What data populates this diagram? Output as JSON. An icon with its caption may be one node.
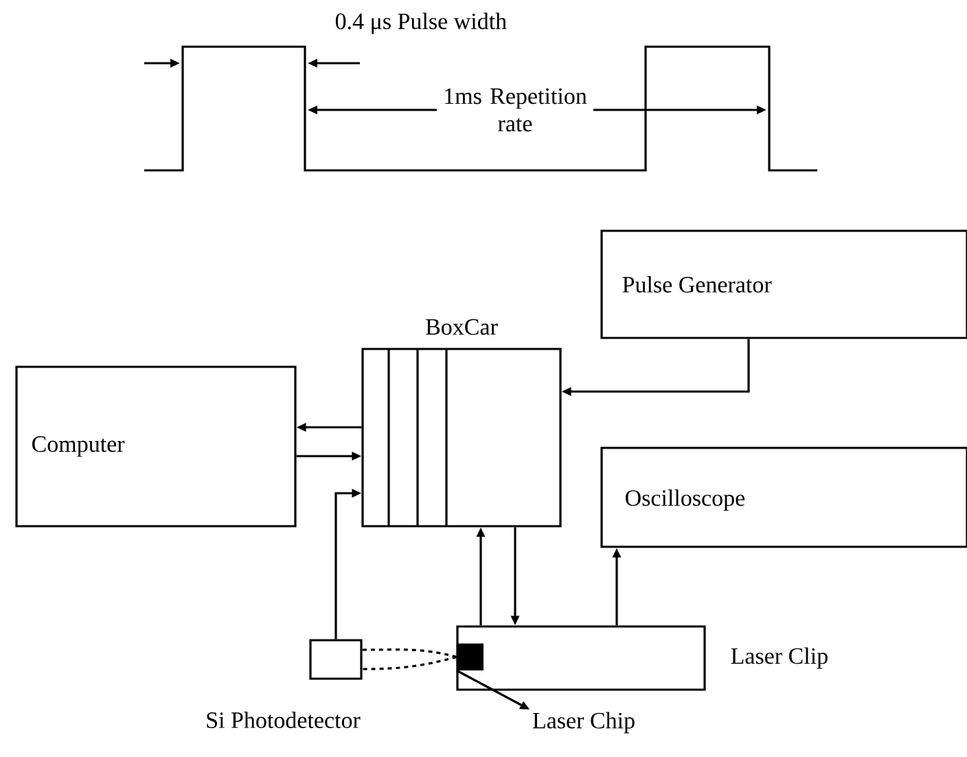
{
  "diagram": {
    "nodes": [
      {
        "text": [
          "Pulse Generator"
        ]
      },
      {
        "text": [
          "BoxCar"
        ]
      },
      {
        "text": [
          "Computer"
        ]
      },
      {
        "text": [
          "Oscilloscope"
        ]
      },
      {
        "text": [
          "Laser Clip"
        ]
      },
      {
        "text": [],
        "shape": "box",
        "in": 4
      },
      {
        "text": [
          "Laser Chip"
        ]
      },
      {
        "text": [
          "Si Photodetector"
        ]
      }
    ],
    "edges": [
      {
        "from": 0,
        "to": 1,
        "arrow": "to"
      },
      {
        "from": 1,
        "to": 2,
        "arrow": "to"
      },
      {
        "from": 2,
        "to": 1,
        "arrow": "to"
      },
      {
        "from": 7,
        "to": 1,
        "arrow": "to"
      },
      {
        "from": 4,
        "to": 1,
        "arrow": "to"
      },
      {
        "from": 1,
        "to": 4,
        "arrow": "to"
      },
      {
        "from": 4,
        "to": 3,
        "arrow": "to"
      },
      {
        "from": 5,
        "to": 7,
        "arrow": "none",
        "style": "dashed"
      },
      {
        "from": 5,
        "to": 7,
        "arrow": "none",
        "style": "dashed"
      },
      {
        "from": 5,
        "to": 6,
        "arrow": "to"
      }
    ],
    "labels": [
      "0.4 μs Pulse width",
      "1ms Repetition rate"
    ]
  }
}
